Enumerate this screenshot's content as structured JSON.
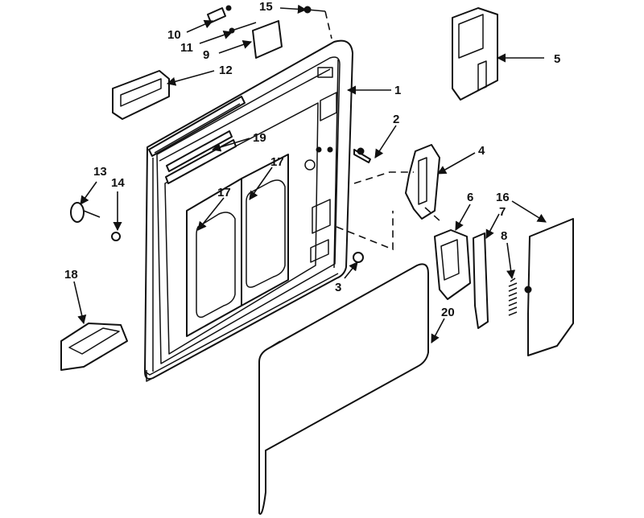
{
  "callouts": {
    "c1": "1",
    "c2": "2",
    "c3": "3",
    "c4": "4",
    "c5": "5",
    "c6": "6",
    "c7": "7",
    "c8": "8",
    "c9": "9",
    "c10": "10",
    "c11": "11",
    "c12": "12",
    "c13": "13",
    "c14": "14",
    "c15": "15",
    "c16": "16",
    "c17a": "17",
    "c17b": "17",
    "c18": "18",
    "c19": "19",
    "c20": "20"
  }
}
